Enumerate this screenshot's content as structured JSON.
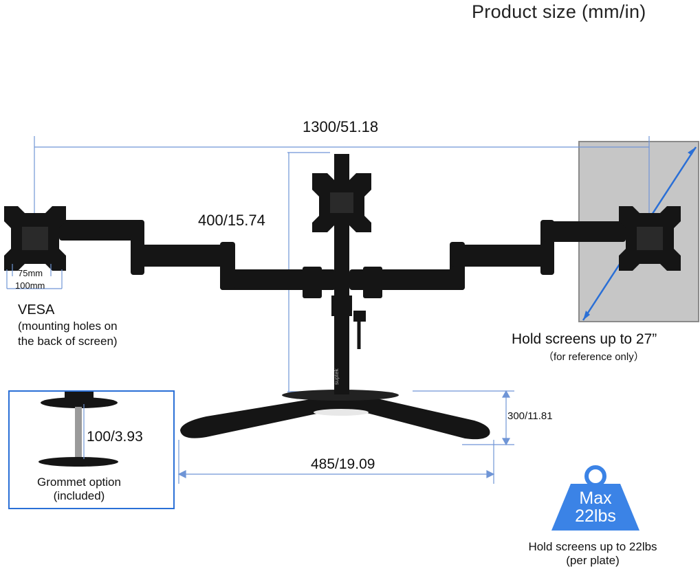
{
  "title": "Product size (mm/in)",
  "dimensions": {
    "width": "1300/51.18",
    "pole_height": "400/15.74",
    "base_width": "485/19.09",
    "base_depth": "300/11.81"
  },
  "vesa": {
    "size_small": "75mm",
    "size_large": "100mm",
    "label": "VESA",
    "description": "(mounting holes on\nthe back of screen)"
  },
  "screen": {
    "label": "Hold screens up to 27”",
    "note": "（for reference only）"
  },
  "grommet": {
    "dimension": "100/3.93",
    "label": "Grommet option\n(included)"
  },
  "weight": {
    "badge": "Max\n22lbs",
    "label": "Hold screens up to 22lbs\n(per plate)"
  },
  "colors": {
    "dimension_line": "#1f6fd1",
    "screen_panel": "#c8c8c8",
    "stand": "#151515",
    "badge": "#3b83e6"
  },
  "brand_mark": "suptek"
}
